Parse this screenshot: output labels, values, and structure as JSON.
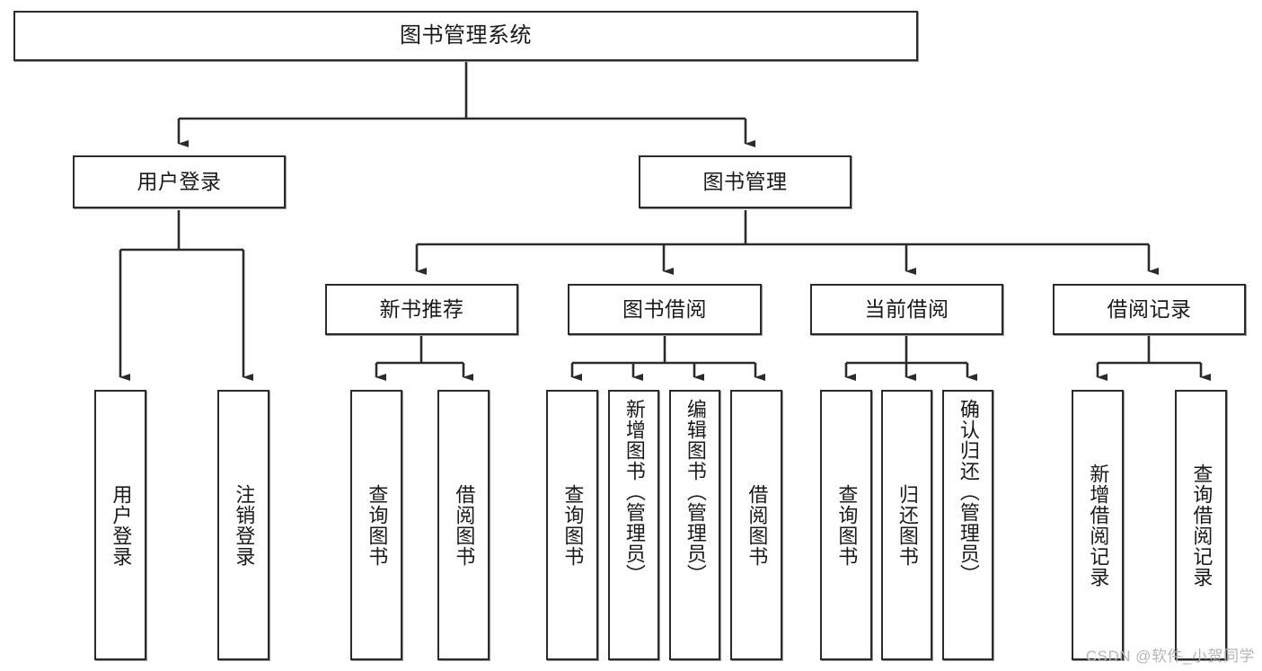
{
  "diagram": {
    "type": "tree",
    "title_node": {
      "label": "图书管理系统"
    },
    "level1": [
      {
        "label": "用户登录"
      },
      {
        "label": "图书管理"
      }
    ],
    "level2": [
      {
        "label": "新书推荐"
      },
      {
        "label": "图书借阅"
      },
      {
        "label": "当前借阅"
      },
      {
        "label": "借阅记录"
      }
    ],
    "leaves": {
      "user_login": [
        {
          "label": "用户登录"
        },
        {
          "label": "注销登录"
        }
      ],
      "new_book_recommend": [
        {
          "label": "查询图书"
        },
        {
          "label": "借阅图书"
        }
      ],
      "book_borrow": [
        {
          "label": "查询图书"
        },
        {
          "label": "新增图书（管理员）"
        },
        {
          "label": "编辑图书（管理员）"
        },
        {
          "label": "借阅图书"
        }
      ],
      "current_borrow": [
        {
          "label": "查询图书"
        },
        {
          "label": "归还图书"
        },
        {
          "label": "确认归还（管理员）"
        }
      ],
      "borrow_record": [
        {
          "label": "新增借阅记录"
        },
        {
          "label": "查询借阅记录"
        }
      ]
    }
  },
  "watermark": {
    "text": "CSDN @软件_小贺同学"
  },
  "colors": {
    "border": "#2b2b2b",
    "background": "#ffffff",
    "text": "#1a1a1a",
    "watermark": "#b6b6b6"
  }
}
